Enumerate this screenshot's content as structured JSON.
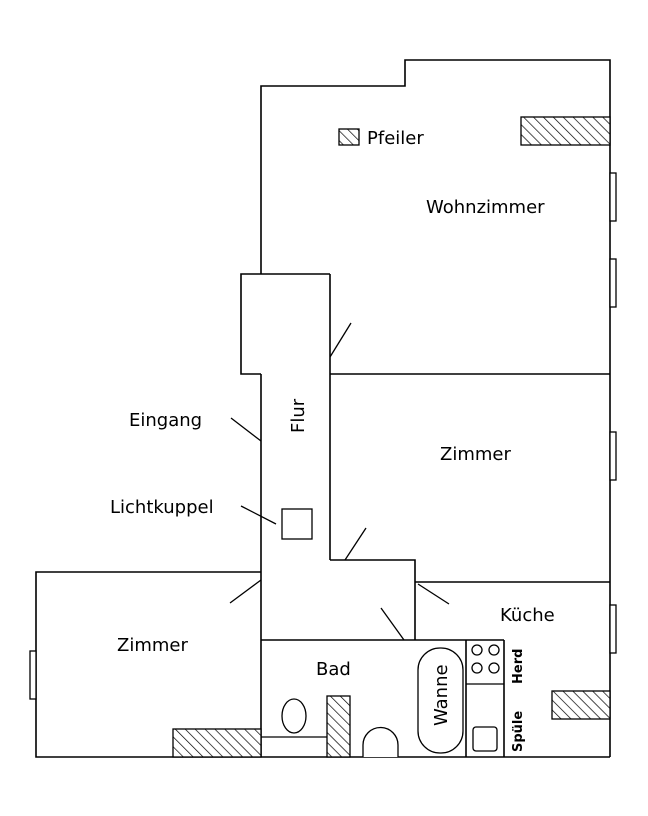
{
  "labels": {
    "pfeiler": "Pfeiler",
    "wohnzimmer": "Wohnzimmer",
    "zimmer_right": "Zimmer",
    "zimmer_left": "Zimmer",
    "kueche": "Küche",
    "bad": "Bad",
    "flur": "Flur",
    "eingang": "Eingang",
    "lichtkuppel": "Lichtkuppel",
    "wanne": "Wanne",
    "herd": "Herd",
    "spuele": "Spüle"
  },
  "colors": {
    "line": "#000000",
    "background": "#ffffff"
  }
}
